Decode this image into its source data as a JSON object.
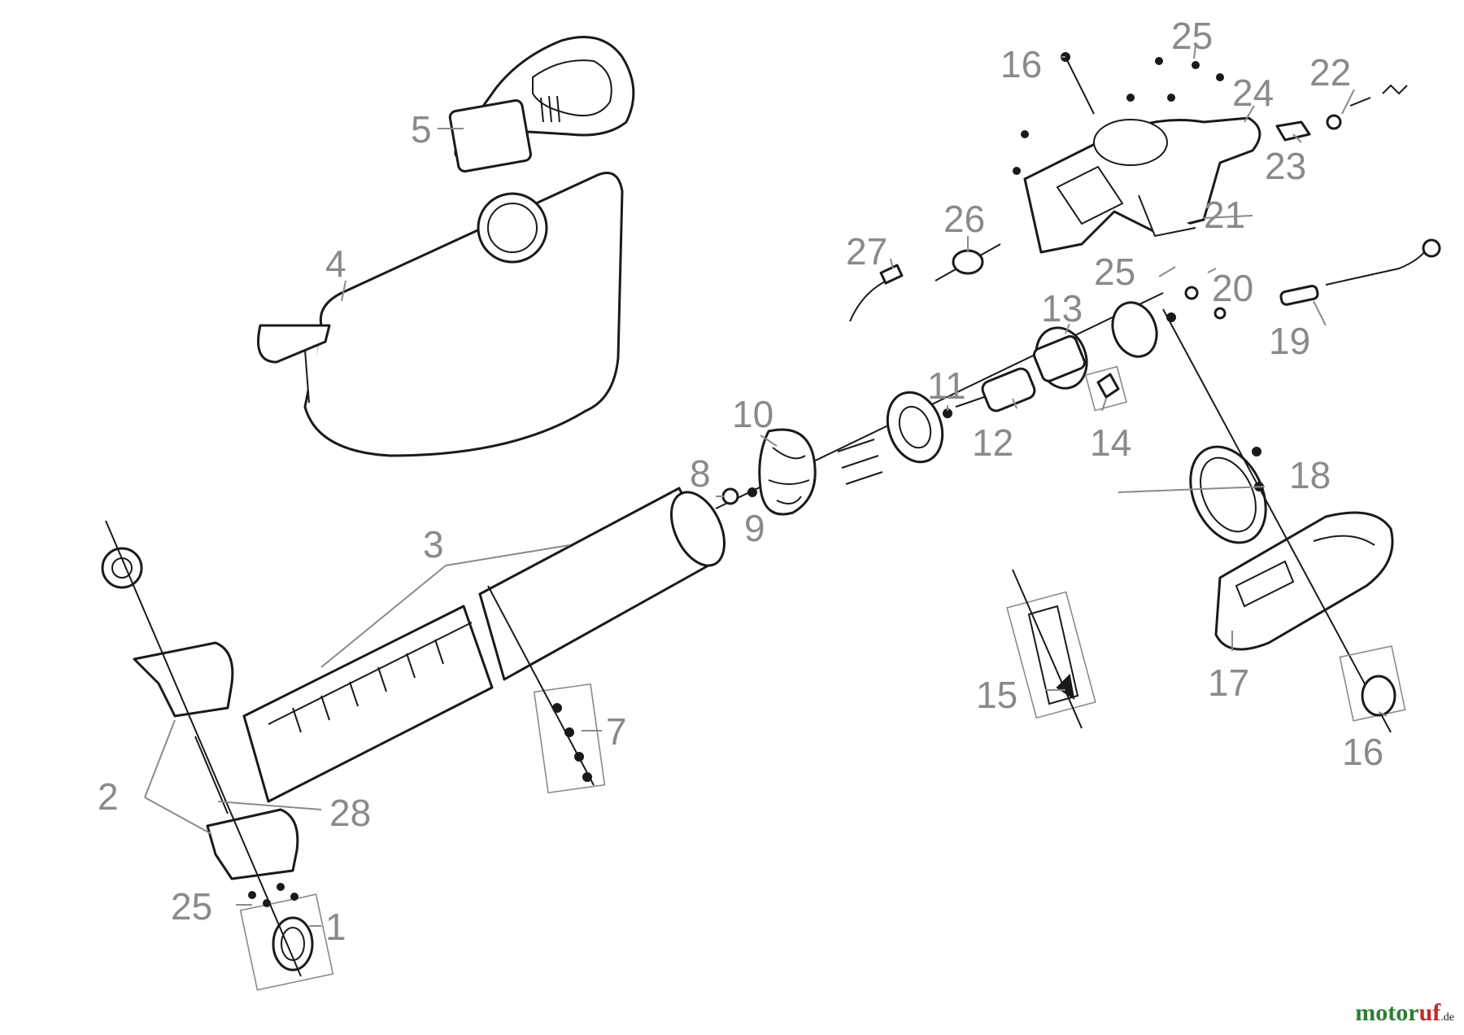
{
  "callouts": [
    "1",
    "2",
    "3",
    "4",
    "5",
    "7",
    "8",
    "9",
    "10",
    "11",
    "12",
    "13",
    "14",
    "15",
    "16",
    "17",
    "18",
    "19",
    "20",
    "21",
    "22",
    "23",
    "24",
    "25",
    "26",
    "27",
    "28"
  ],
  "labels": {
    "c1": "1",
    "c2": "2",
    "c3": "3",
    "c4": "4",
    "c5": "5",
    "c7": "7",
    "c8": "8",
    "c9": "9",
    "c10": "10",
    "c11": "11",
    "c12": "12",
    "c13": "13",
    "c14": "14",
    "c15": "15",
    "c16a": "16",
    "c16b": "16",
    "c17": "17",
    "c18": "18",
    "c19": "19",
    "c20": "20",
    "c21": "21",
    "c22": "22",
    "c23": "23",
    "c24": "24",
    "c25a": "25",
    "c25b": "25",
    "c25c": "25",
    "c26": "26",
    "c27": "27",
    "c28": "28"
  },
  "watermark": {
    "brand": "motoruf",
    "tld": ".de"
  },
  "colors": {
    "line": "#1a1a1a",
    "label": "#8a8a8a",
    "brand_green": "#2e7d32",
    "brand_red": "#c62828"
  }
}
